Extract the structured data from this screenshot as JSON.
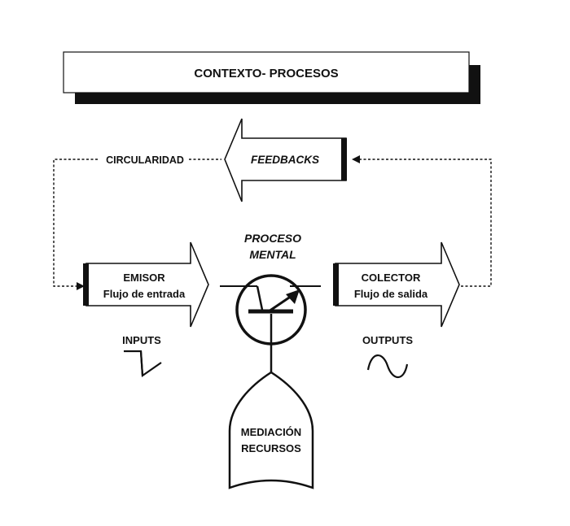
{
  "header": {
    "title": "CONTEXTO- PROCESOS"
  },
  "feedback": {
    "label": "FEEDBACKS",
    "loop_label": "CIRCULARIDAD"
  },
  "process": {
    "line1": "PROCESO",
    "line2": "MENTAL"
  },
  "emitter": {
    "line1": "EMISOR",
    "line2": "Flujo de entrada",
    "io_label": "INPUTS"
  },
  "collector": {
    "line1": "COLECTOR",
    "line2": "Flujo de salida",
    "io_label": "OUTPUTS"
  },
  "mediation": {
    "line1": "MEDIACIÓN",
    "line2": "RECURSOS"
  },
  "colors": {
    "ink": "#111111",
    "background": "#ffffff"
  }
}
